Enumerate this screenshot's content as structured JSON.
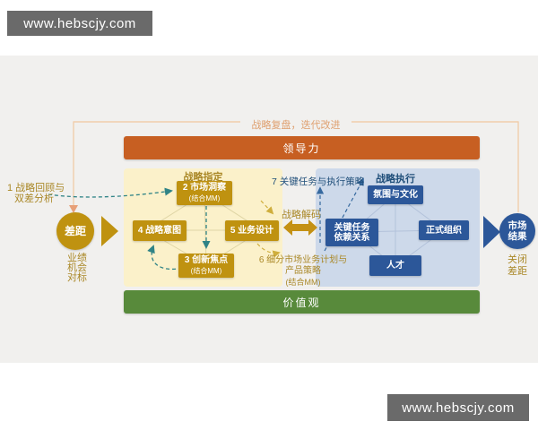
{
  "banners": {
    "top": {
      "text": "www.hebscjy.com"
    },
    "bottom": {
      "text": "www.hebscjy.com"
    }
  },
  "colors": {
    "banner_gray": "#6a6a6a",
    "canvas_gray": "#f1f0ee",
    "gold": "#bf9210",
    "gold_text": "#aa8827",
    "orange_bar": "#c75f22",
    "green_bar": "#588a3b",
    "blue": "#2c5799",
    "dark_blue_text": "#1f4e79",
    "yellow_panel": "#fbf1ca",
    "blue_panel": "#cdd9ea",
    "teal_arrow": "#2f8386",
    "feedback_line": "#f1cdab"
  },
  "icons": {
    "gap_forward": "right-triangle-gold",
    "result_forward": "right-triangle-blue",
    "decode_exchange": "double-headed-arrow-gold",
    "feedback_loop": "dashed-loop-with-down-arrow"
  },
  "diagram": {
    "feedback_label": "战略复盘，迭代改进",
    "leadership_bar": "领导力",
    "values_bar": "价值观",
    "left": {
      "review_line1": "1 战略回顾与",
      "review_line2": "双差分析",
      "gap_circle": "差距",
      "benchmark": [
        "业绩",
        "机会",
        "对标"
      ]
    },
    "strategy_formulation": {
      "title": "战略指定",
      "boxes": [
        {
          "label": "2 市场洞察",
          "sub": "(结合MM)"
        },
        {
          "label": "4 战略意图"
        },
        {
          "label": "5 业务设计"
        },
        {
          "label": "3 创新焦点",
          "sub": "(结合MM)"
        }
      ]
    },
    "middle": {
      "exec_strategy_label": "7 关键任务与执行策略",
      "decode_label": "战略解码",
      "segment_line1": "6 细分市场业务计划与",
      "segment_line2": "产品策略",
      "segment_line3": "(结合MM)"
    },
    "strategy_execution": {
      "title": "战略执行",
      "boxes": [
        {
          "label": "氛围与文化"
        },
        {
          "label": "关键任务",
          "label2": "依赖关系"
        },
        {
          "label": "正式组织"
        },
        {
          "label": "人才"
        }
      ]
    },
    "right": {
      "result_line1": "市场",
      "result_line2": "结果",
      "close_gap_line1": "关闭",
      "close_gap_line2": "差距"
    }
  }
}
